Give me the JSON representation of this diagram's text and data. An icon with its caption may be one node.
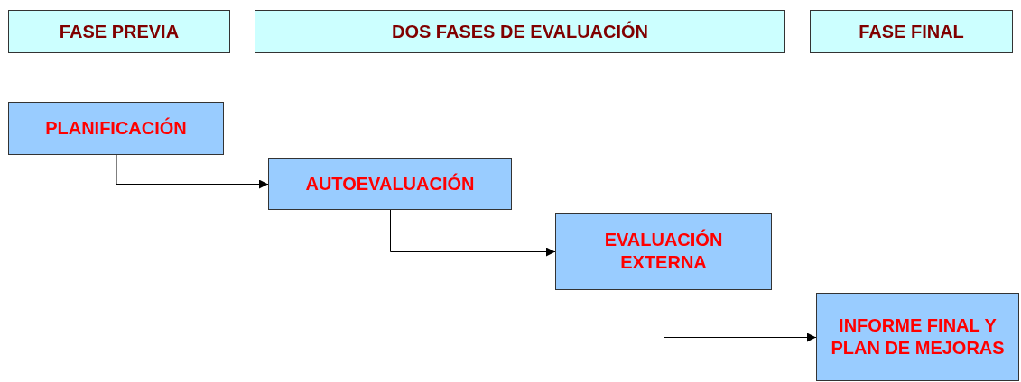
{
  "diagram": {
    "nodes": [
      {
        "text": [
          "FASE PREVIA"
        ]
      },
      {
        "text": [
          "DOS FASES DE EVALUACIÓN"
        ]
      },
      {
        "text": [
          "FASE FINAL"
        ]
      },
      {
        "text": [
          "PLANIFICACIÓN"
        ]
      },
      {
        "text": [
          "AUTOEVALUACIÓN"
        ]
      },
      {
        "text": [
          "EVALUACIÓN EXTERNA"
        ]
      },
      {
        "text": [
          "INFORME FINAL Y PLAN DE MEJORAS"
        ]
      }
    ],
    "edges": [
      {
        "from": 3,
        "to": 4,
        "arrow": "to"
      },
      {
        "from": 4,
        "to": 5,
        "arrow": "to"
      },
      {
        "from": 5,
        "to": 6,
        "arrow": "to"
      }
    ]
  }
}
